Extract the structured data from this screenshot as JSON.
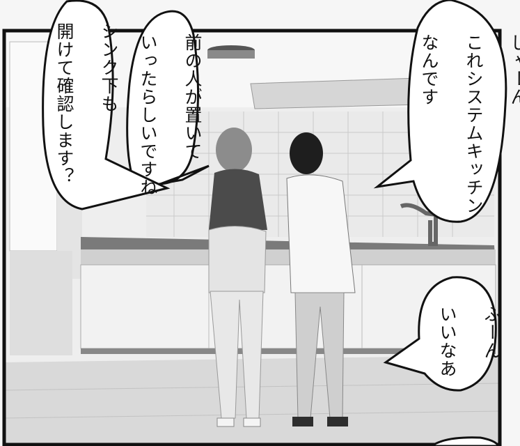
{
  "panel": {
    "dialogue": [
      {
        "speaker": "woman",
        "lines": [
          "じゃーん！",
          "これシステムキッチン",
          "なんです"
        ]
      },
      {
        "speaker": "woman",
        "lines": [
          "前の人が置いて",
          "いったらしいですね"
        ]
      },
      {
        "speaker": "woman",
        "lines": [
          "シンク下も",
          "開けて確認します？"
        ]
      },
      {
        "speaker": "man",
        "lines": [
          "ふーん",
          "いいなあ"
        ]
      }
    ]
  }
}
